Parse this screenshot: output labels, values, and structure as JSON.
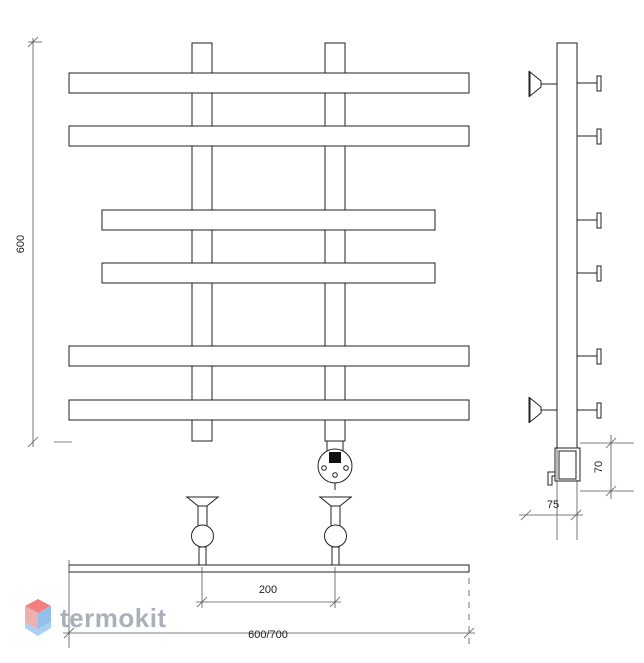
{
  "drawing": {
    "dimensions": {
      "height": "600",
      "mount_spacing": "200",
      "width": "600/700",
      "depth": "75",
      "bottom_offset": "70"
    },
    "logo": {
      "text": "termokit",
      "colors": {
        "top": "#f26b6b",
        "left": "#e8a3a3",
        "right": "#7fb4e8",
        "bottom": "#9cc8f0",
        "text": "#9aa3ad"
      }
    }
  }
}
